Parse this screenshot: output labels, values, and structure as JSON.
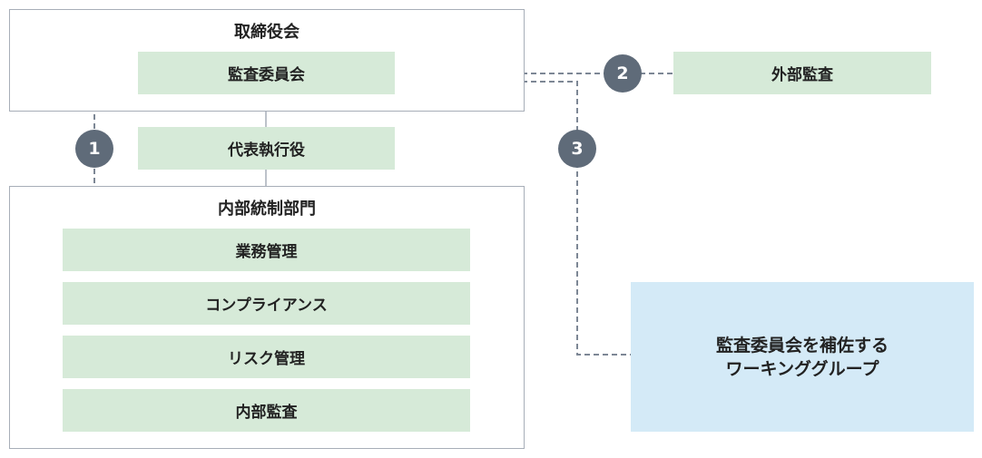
{
  "board": {
    "title": "取締役会",
    "audit_committee": "監査委員会"
  },
  "representative": "代表執行役",
  "internal_control": {
    "title": "内部統制部門",
    "items": [
      "業務管理",
      "コンプライアンス",
      "リスク管理",
      "内部監査"
    ]
  },
  "external_audit": "外部監査",
  "working_group": {
    "line1": "監査委員会を補佐する",
    "line2": "ワーキンググループ"
  },
  "markers": [
    "1",
    "2",
    "3"
  ],
  "colors": {
    "green_box": "#d6ead8",
    "blue_box": "#d4eaf7",
    "marker": "#5f6b79",
    "line": "#7d8795"
  }
}
